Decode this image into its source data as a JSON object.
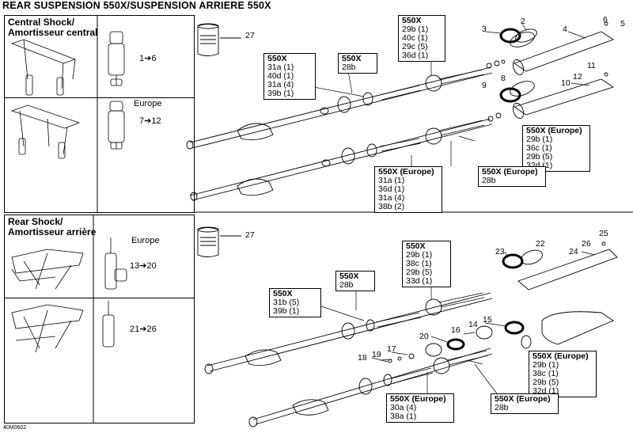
{
  "page": {
    "title": "REAR SUSPENSION 550X/SUSPENSION ARRIERE 550X",
    "doc_id": "40M0602"
  },
  "central": {
    "title_line1": "Central Shock/",
    "title_line2": "Amortisseur central",
    "standard_range": "1➔6",
    "europe_label": "Europe",
    "europe_range": "7➔12"
  },
  "rear": {
    "title_line1": "Rear Shock/",
    "title_line2": "Amortisseur arrière",
    "europe_label": "Europe",
    "standard_range": "13➔20",
    "europe_range": "21➔26"
  },
  "callouts_top": [
    "27",
    "2",
    "3",
    "6",
    "5",
    "4",
    "11",
    "12",
    "10",
    "8",
    "9"
  ],
  "callouts_bottom": [
    "27",
    "22",
    "23",
    "25",
    "26",
    "24",
    "14",
    "15",
    "16",
    "20",
    "17",
    "19",
    "18"
  ],
  "boxes": {
    "t1": {
      "title": "550X",
      "lines": [
        "29b (1)",
        "40c (1)",
        "29c (5)",
        "36d (1)"
      ]
    },
    "t2": {
      "title": "550X",
      "lines": [
        "31a (1)",
        "40d (1)",
        "31a (4)",
        "39b (1)"
      ]
    },
    "t3": {
      "title": "550X",
      "lines": [
        "28b"
      ]
    },
    "t4": {
      "title": "550X (Europe)",
      "lines": [
        "29b (1)",
        "36c (1)",
        "29b (5)",
        "32d (1)"
      ]
    },
    "t5": {
      "title": "550X (Europe)",
      "lines": [
        "31a (1)",
        "36d (1)",
        "31a (4)",
        "38b (2)"
      ]
    },
    "t6": {
      "title": "550X (Europe)",
      "lines": [
        "28b"
      ]
    },
    "b1": {
      "title": "550X",
      "lines": [
        "29b (1)",
        "38c (1)",
        "29b (5)",
        "33d (1)"
      ]
    },
    "b2": {
      "title": "550X",
      "lines": [
        "28b"
      ]
    },
    "b3": {
      "title": "550X",
      "lines": [
        "31b (5)",
        "39b (1)"
      ]
    },
    "b4": {
      "title": "550X (Europe)",
      "lines": [
        "29b (1)",
        "38c (1)",
        "29b (5)",
        "32d (1)"
      ]
    },
    "b5": {
      "title": "550X (Europe)",
      "lines": [
        "30a (4)",
        "38a (1)"
      ]
    },
    "b6": {
      "title": "550X (Europe)",
      "lines": [
        "28b"
      ]
    }
  }
}
